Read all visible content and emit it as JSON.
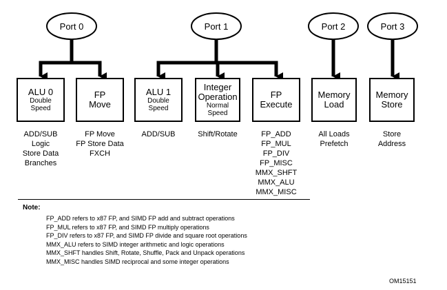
{
  "ports": [
    {
      "label": "Port 0"
    },
    {
      "label": "Port 1"
    },
    {
      "label": "Port 2"
    },
    {
      "label": "Port 3"
    }
  ],
  "units": [
    {
      "title": [
        "ALU 0"
      ],
      "sub": [
        "Double",
        "Speed"
      ],
      "ops": [
        "ADD/SUB",
        "Logic",
        "Store Data",
        "Branches"
      ]
    },
    {
      "title": [
        "FP",
        "Move"
      ],
      "sub": [],
      "ops": [
        "FP Move",
        "FP Store Data",
        "FXCH"
      ]
    },
    {
      "title": [
        "ALU 1"
      ],
      "sub": [
        "Double",
        "Speed"
      ],
      "ops": [
        "ADD/SUB"
      ]
    },
    {
      "title": [
        "Integer",
        "Operation"
      ],
      "sub": [
        "Normal",
        "Speed"
      ],
      "ops": [
        "Shift/Rotate"
      ]
    },
    {
      "title": [
        "FP",
        "Execute"
      ],
      "sub": [],
      "ops": [
        "FP_ADD",
        "FP_MUL",
        "FP_DIV",
        "FP_MISC",
        "MMX_SHFT",
        "MMX_ALU",
        "MMX_MISC"
      ]
    },
    {
      "title": [
        "Memory",
        "Load"
      ],
      "sub": [],
      "ops": [
        "All Loads",
        "Prefetch"
      ]
    },
    {
      "title": [
        "Memory",
        "Store"
      ],
      "sub": [],
      "ops": [
        "Store",
        "Address"
      ]
    }
  ],
  "note": {
    "title": "Note:",
    "lines": [
      "FP_ADD refers to x87 FP, and SIMD FP add and subtract operations",
      "FP_MUL refers to x87 FP, and SIMD FP multiply operations",
      "FP_DIV refers to x87 FP, and SIMD FP divide and square root operations",
      "MMX_ALU refers to SIMD integer arithmetic and logic operations",
      "MMX_SHFT handles Shift, Rotate, Shuffle, Pack and Unpack operations",
      "MMX_MISC handles SIMD reciprocal and some integer operations"
    ]
  },
  "figure_id": "OM15151"
}
